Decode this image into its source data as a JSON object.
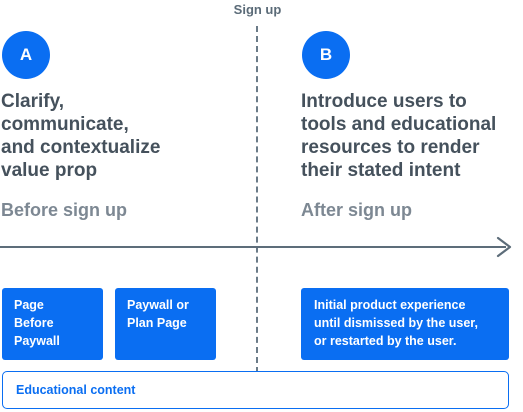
{
  "divider_label": "Sign up",
  "phases": [
    {
      "badge": "A",
      "heading": "Clarify,\ncommunicate,\nand contextualize\nvalue prop",
      "label": "Before sign up"
    },
    {
      "badge": "B",
      "heading": "Introduce users to\ntools and educational\nresources to render\ntheir stated intent",
      "label": "After sign up"
    }
  ],
  "steps": [
    "Page\nBefore\nPaywall",
    "Paywall or\nPlan Page",
    "Initial product experience\nuntil dismissed by the user,\nor restarted by the user."
  ],
  "bottom_bar": "Educational content",
  "colors": {
    "accent": "#0a6ef2",
    "heading": "#45515c",
    "muted": "#7d8893",
    "line": "#5d6d7a"
  }
}
